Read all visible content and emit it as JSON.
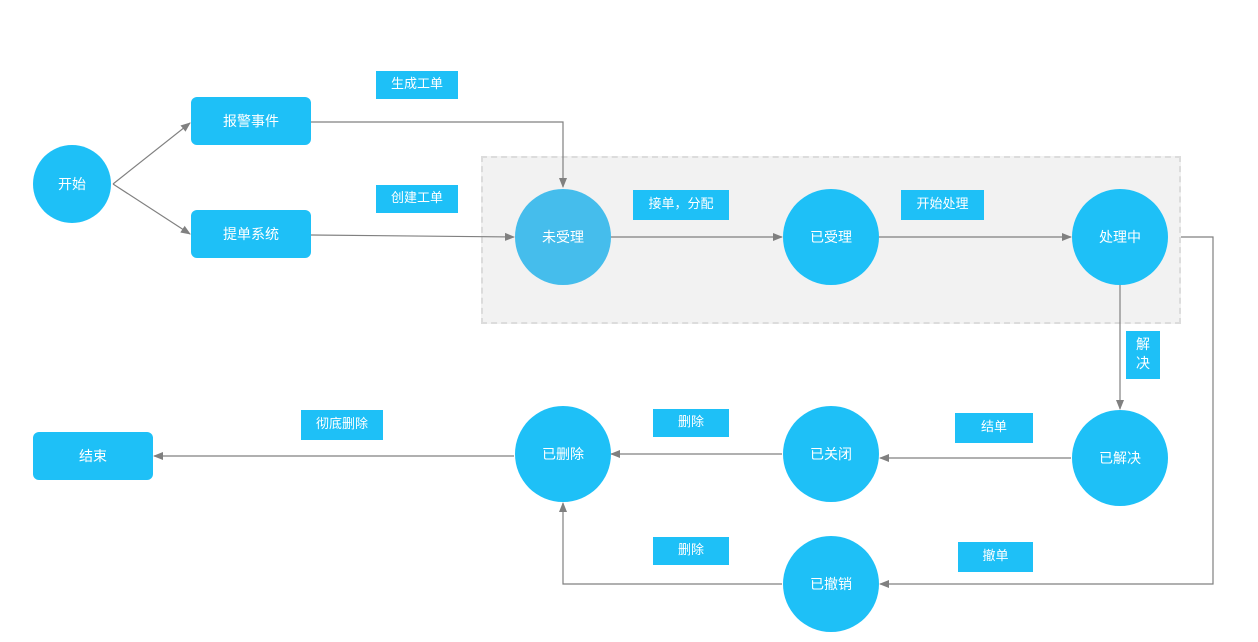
{
  "nodes": {
    "start": "开始",
    "report_event": "报警事件",
    "submit_system": "提单系统",
    "unaccepted": "未受理",
    "accepted": "已受理",
    "processing": "处理中",
    "resolved": "已解决",
    "closed": "已关闭",
    "deleted": "已删除",
    "revoked": "已撤销",
    "end": "结束"
  },
  "labels": {
    "generate_ticket": "生成工单",
    "create_ticket": "创建工单",
    "accept_assign": "接单，分配",
    "start_processing": "开始处理",
    "resolve": "解决",
    "close_ticket": "结单",
    "delete_1": "删除",
    "delete_2": "删除",
    "purge": "彻底删除",
    "revoke": "撤单"
  },
  "colors": {
    "node_fill": "#1ec0f7",
    "group_node_fill": "#45bdec",
    "group_background": "#f2f2f2",
    "edge": "#808080"
  }
}
